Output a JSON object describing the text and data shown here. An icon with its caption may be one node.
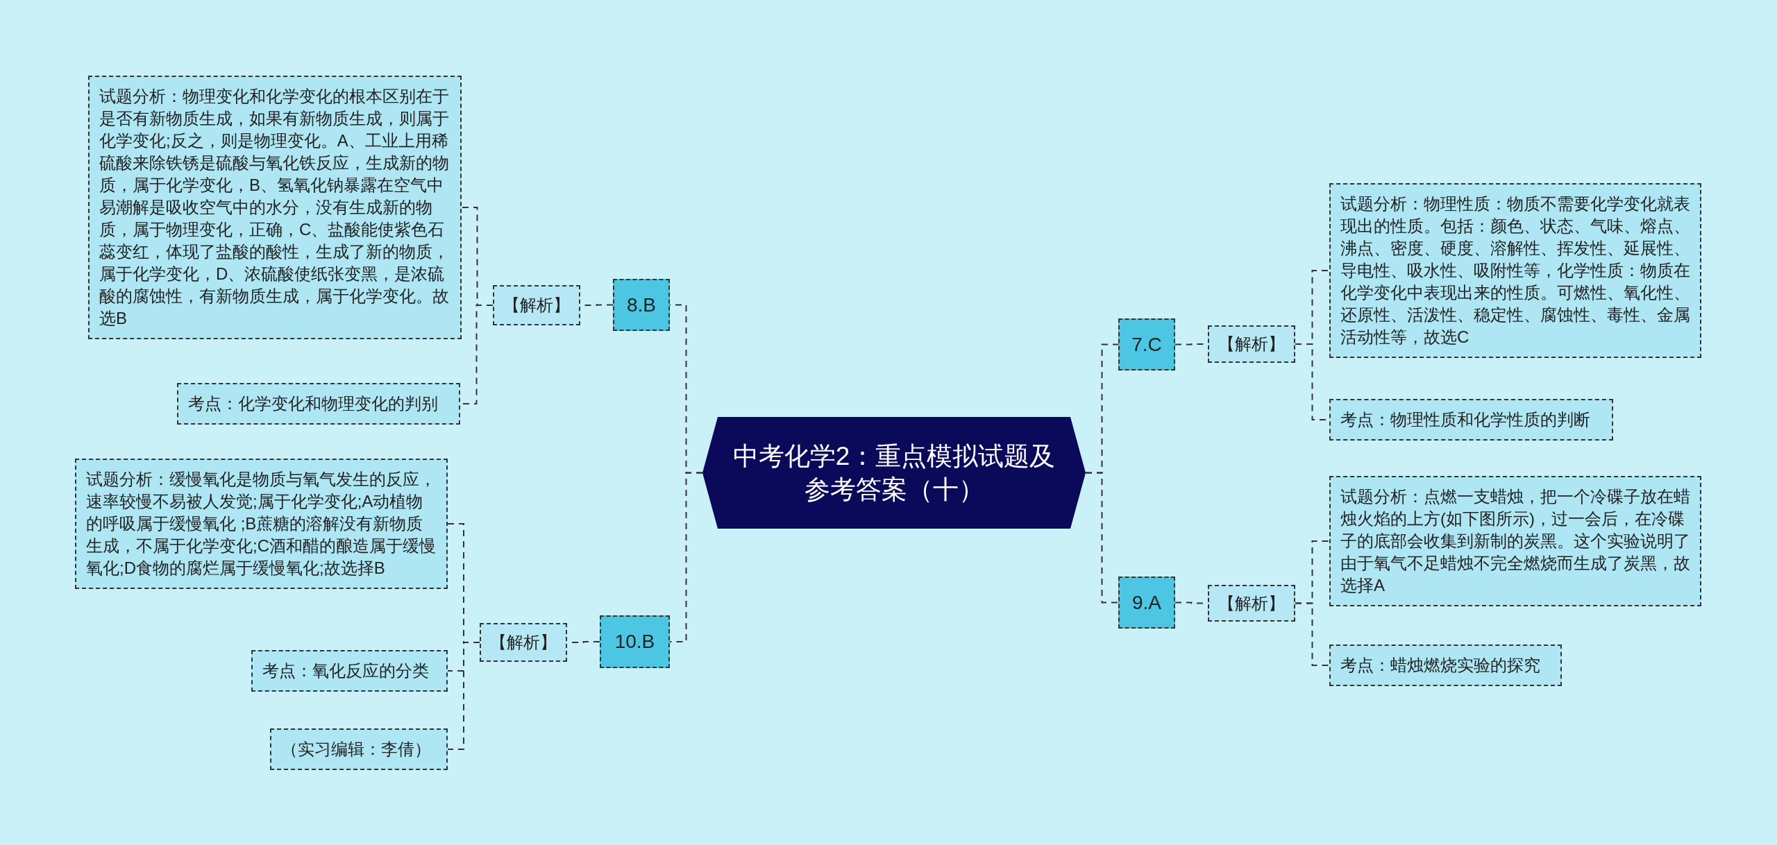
{
  "diagram": {
    "nodes": [
      {
        "text": [
          "中考化学2：重点模拟试题及参考答案（十）"
        ]
      },
      {
        "text": [
          "8.B"
        ]
      },
      {
        "text": [
          "【解析】"
        ]
      },
      {
        "text": [
          "试题分析：物理变化和化学变化的根本区别在于是否有新物质生成，如果有新物质生成，则属于化学变化;反之，则是物理变化。A、工业上用稀硫酸来除铁锈是硫酸与氧化铁反应，生成新的物质，属于化学变化，B、氢氧化钠暴露在空气中易潮解是吸收空气中的水分，没有生成新的物质，属于物理变化，正确，C、盐酸能使紫色石蕊变红，体现了盐酸的酸性，生成了新的物质，属于化学变化，D、浓硫酸使纸张变黑，是浓硫酸的腐蚀性，有新物质生成，属于化学变化。故选B"
        ]
      },
      {
        "text": [
          "考点：化学变化和物理变化的判别"
        ]
      },
      {
        "text": [
          "10.B"
        ]
      },
      {
        "text": [
          "【解析】"
        ]
      },
      {
        "text": [
          "试题分析：缓慢氧化是物质与氧气发生的反应，速率较慢不易被人发觉;属于化学变化;A动植物的呼吸属于缓慢氧化 ;B蔗糖的溶解没有新物质生成，不属于化学变化;C酒和醋的酿造属于缓慢氧化;D食物的腐烂属于缓慢氧化;故选择B"
        ]
      },
      {
        "text": [
          "考点：氧化反应的分类"
        ]
      },
      {
        "text": [
          "（实习编辑：李倩）"
        ]
      },
      {
        "text": [
          "7.C"
        ]
      },
      {
        "text": [
          "【解析】"
        ]
      },
      {
        "text": [
          "试题分析：物理性质：物质不需要化学变化就表现出的性质。包括：颜色、状态、气味、熔点、沸点、密度、硬度、溶解性、挥发性、延展性、导电性、吸水性、吸附性等，化学性质：物质在化学变化中表现出来的性质。可燃性、氧化性、还原性、活泼性、稳定性、腐蚀性、毒性、金属活动性等，故选C"
        ]
      },
      {
        "text": [
          "考点：物理性质和化学性质的判断"
        ]
      },
      {
        "text": [
          "9.A"
        ]
      },
      {
        "text": [
          "【解析】"
        ]
      },
      {
        "text": [
          "试题分析：点燃一支蜡烛，把一个冷碟子放在蜡烛火焰的上方(如下图所示)，过一会后，在冷碟子的底部会收集到新制的炭黑。这个实验说明了由于氧气不足蜡烛不完全燃烧而生成了炭黑，故选择A"
        ]
      },
      {
        "text": [
          "考点：蜡烛燃烧实验的探究"
        ]
      }
    ],
    "edges": [
      {
        "from": 0,
        "to": 1,
        "arrow": "none"
      },
      {
        "from": 1,
        "to": 2,
        "arrow": "none"
      },
      {
        "from": 2,
        "to": 3,
        "arrow": "none"
      },
      {
        "from": 2,
        "to": 4,
        "arrow": "none"
      },
      {
        "from": 0,
        "to": 5,
        "arrow": "none"
      },
      {
        "from": 5,
        "to": 6,
        "arrow": "none"
      },
      {
        "from": 6,
        "to": 7,
        "arrow": "none"
      },
      {
        "from": 6,
        "to": 8,
        "arrow": "none"
      },
      {
        "from": 6,
        "to": 9,
        "arrow": "none"
      },
      {
        "from": 0,
        "to": 10,
        "arrow": "none"
      },
      {
        "from": 10,
        "to": 11,
        "arrow": "none"
      },
      {
        "from": 11,
        "to": 12,
        "arrow": "none"
      },
      {
        "from": 11,
        "to": 13,
        "arrow": "none"
      },
      {
        "from": 0,
        "to": 14,
        "arrow": "none"
      },
      {
        "from": 14,
        "to": 15,
        "arrow": "none"
      },
      {
        "from": 15,
        "to": 16,
        "arrow": "none"
      },
      {
        "from": 15,
        "to": 17,
        "arrow": "none"
      }
    ]
  }
}
